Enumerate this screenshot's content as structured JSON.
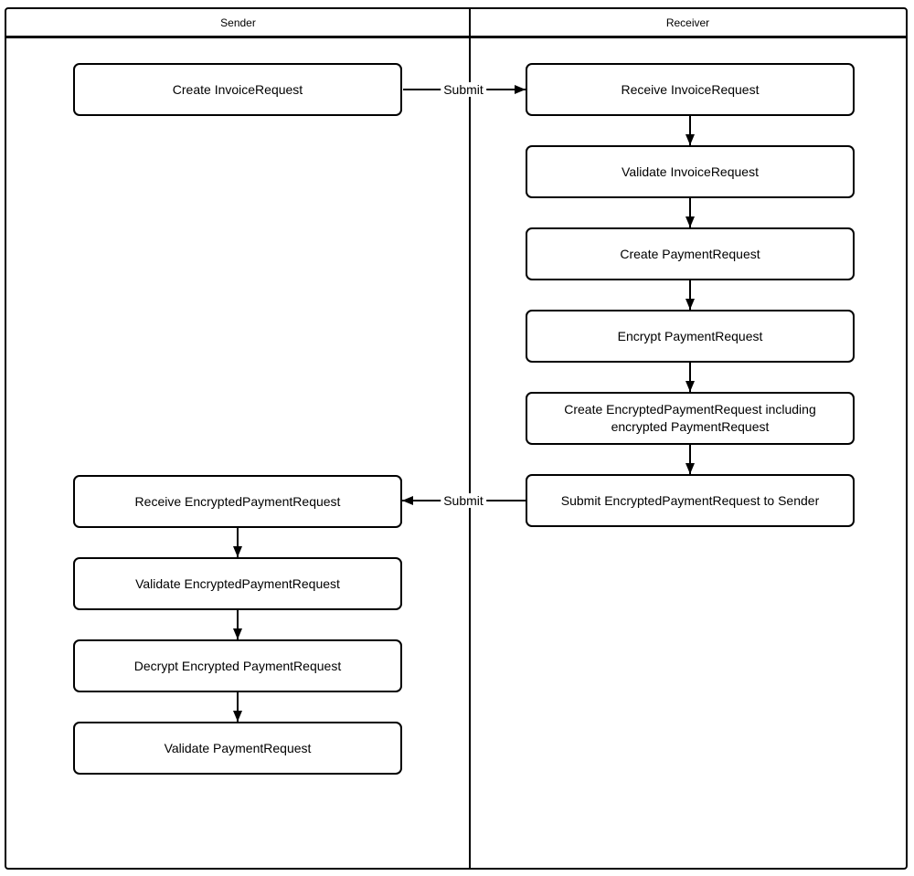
{
  "lanes": {
    "sender": "Sender",
    "receiver": "Receiver"
  },
  "nodes": {
    "create_invoice_request": "Create InvoiceRequest",
    "receive_invoice_request": "Receive InvoiceRequest",
    "validate_invoice_request": "Validate InvoiceRequest",
    "create_payment_request": "Create PaymentRequest",
    "encrypt_payment_request": "Encrypt PaymentRequest",
    "create_encrypted_payment_request": "Create EncryptedPaymentRequest including encrypted PaymentRequest",
    "submit_encrypted_payment_request": "Submit EncryptedPaymentRequest to Sender",
    "receive_encrypted_payment_request": "Receive EncryptedPaymentRequest",
    "validate_encrypted_payment_request": "Validate EncryptedPaymentRequest",
    "decrypt_encrypted_payment_request": "Decrypt Encrypted PaymentRequest",
    "validate_payment_request": "Validate PaymentRequest"
  },
  "edges": {
    "submit_invoice_label": "Submit",
    "submit_encrypted_label": "Submit"
  },
  "colors": {
    "stroke": "#000000",
    "background": "#ffffff"
  }
}
